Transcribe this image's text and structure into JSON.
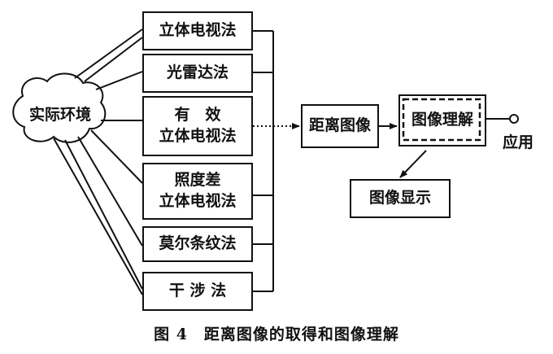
{
  "source": "实际环境",
  "methods": [
    {
      "line1": "立体电视法",
      "line2": ""
    },
    {
      "line1": "光雷达法",
      "line2": ""
    },
    {
      "line1": "有　效",
      "line2": "立体电视法"
    },
    {
      "line1": "照度差",
      "line2": "立体电视法"
    },
    {
      "line1": "莫尔条纹法",
      "line2": ""
    },
    {
      "line1": "干 涉 法",
      "line2": ""
    }
  ],
  "range_image": "距离图像",
  "understanding": "图像理解",
  "display": "图像显示",
  "application": "应用",
  "caption": "图 4　距离图像的取得和图像理解"
}
